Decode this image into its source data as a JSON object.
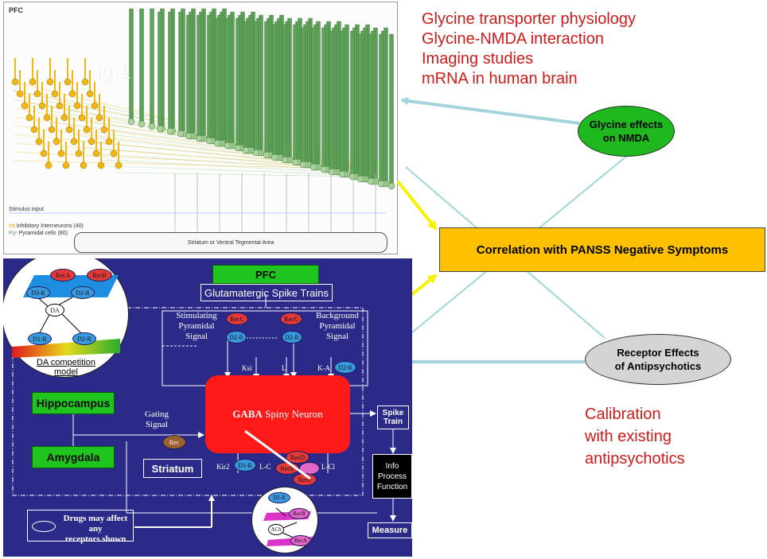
{
  "network": {
    "title": "PFC",
    "watermark": "ig.1",
    "stimulus_label": "Stimulus input",
    "legend_int_code": "Int",
    "legend_int": "Inhibitory Interneurons (40)",
    "legend_pyr_code": "Pyr",
    "legend_pyr": "Pyramidal cells (80)",
    "output_label": "Striatum or Ventral Tegmental Area",
    "colors": {
      "interneuron": "#f2b712",
      "pyramidal": "#5fa35a",
      "pyramidal_light": "#a8d49a"
    }
  },
  "right_texts": {
    "research_lines": [
      "Glycine transporter physiology",
      "Glycine-NMDA interaction",
      "Imaging studies",
      "mRNA in human brain"
    ],
    "calibration_lines": [
      "Calibration",
      "with existing",
      "antipsychotics"
    ]
  },
  "glycine_ellipse": {
    "lines": [
      "Glycine effects",
      "on NMDA"
    ],
    "color": "#1fb81f"
  },
  "receptor_ellipse": {
    "lines": [
      "Receptor Effects",
      "of Antipsychotics"
    ],
    "color": "#d4d4d4"
  },
  "correlation": {
    "label": "Correlation with PANSS  Negative Symptoms",
    "color": "#ffc000"
  },
  "colors": {
    "red_text": "#d11a1a",
    "arrow_blue": "#a3d4dc",
    "arrow_yellow": "#f4f400",
    "panel_bg": "#2b2a88"
  },
  "model": {
    "pfc": "PFC",
    "glutamatergic": "Glutamatergic Spike Trains",
    "stimulating_lines": [
      "Stimulating",
      "Pyramidal",
      "Signal"
    ],
    "background_lines": [
      "Background",
      "Pyramidal",
      "Signal"
    ],
    "gaba_bold": "GABA",
    "gaba_rest": " Spiny Neuron",
    "hippocampus": "Hippocampus",
    "amygdala": "Amygdala",
    "striatum": "Striatum",
    "gating_lines": [
      "Gating",
      "Signal"
    ],
    "spike_train_lines": [
      "Spike",
      "Train"
    ],
    "info_lines": [
      "Info",
      "Process",
      "Function"
    ],
    "measure": "Measure",
    "drugs_lines": [
      "Drugs may affect any",
      "receptors shown"
    ],
    "da_caption_lines": [
      "DA competition",
      "model"
    ],
    "channels": {
      "ksi": "Ksi",
      "l": "L",
      "ka": "K-A",
      "kir2": "Kir2",
      "lc": "L-C",
      "lcl": "L-Cl"
    },
    "receptors": {
      "recA": "RecA",
      "recB": "RecB",
      "recC": "RecC",
      "recD": "RecD",
      "recE": "RecE",
      "recF": "RecF",
      "rec": "Rec",
      "d1r": "D1-R",
      "d2r": "D2-R",
      "d3r": "D3-R",
      "da": "DA",
      "ach": "ACh"
    }
  }
}
